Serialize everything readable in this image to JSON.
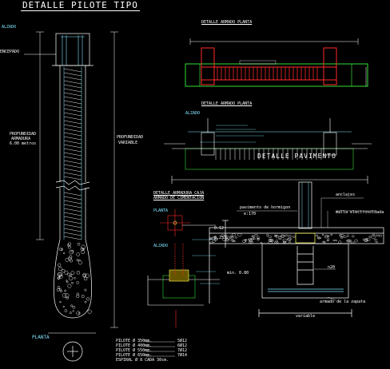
{
  "title": "DETALLE PILOTE TIPO",
  "labels": {
    "alzado": "ALZADO",
    "encepado": "ENCEPADO",
    "profundidad_armadura_1": "PROFUNDIDAD",
    "profundidad_armadura_2": "ARMADURA",
    "profundidad_armadura_3": "6.00 metros",
    "profundidad_variable_1": "PROFUNDIDAD",
    "profundidad_variable_2": "VARIABLE",
    "planta": "PLANTA",
    "detalle_arm_planta_top": "DETALLE ARMADO PLANTA",
    "detalle_arm_planta_mid": "DETALLE ARMADO PLANTA",
    "alzado_mid": "ALZADO",
    "detalle_pavimento": "DETALLE PAVIMENTO",
    "detalle_arm_cajas_1": "DETALLE ARMADURA CAJA",
    "detalle_arm_cajas_2": "ARMADO DE CIMENTACION",
    "planta_small": "PLANTA",
    "alzado_small": "ALZADO",
    "pavimento_hormigon": "pavimento de hormigon",
    "e170": "e:170",
    "anclajes": "anclajes",
    "malla": "malla electrosoldada",
    "dim_012": "0.12",
    "dim_023": "0.23",
    "min_080": "min. 0.80",
    "n20": "n20",
    "armado_zapata": "armado de la zapata",
    "variable": "variable"
  },
  "schedule": [
    {
      "pilote": "PILOTE Ø 350mm.",
      "bars": "5Ø12"
    },
    {
      "pilote": "PILOTE Ø 400mm.",
      "bars": "6Ø12"
    },
    {
      "pilote": "PILOTE Ø 550mm.",
      "bars": "7Ø12"
    },
    {
      "pilote": "PILOTE Ø 650mm.",
      "bars": "7Ø14"
    },
    {
      "pilote": "ESPIRAL Ø 8 CADA 30cm.",
      "bars": ""
    }
  ],
  "colors": {
    "background": "#000000",
    "line": "#ffffff",
    "cyan": "#7fe6ff",
    "red": "#ff2a2a",
    "green": "#33dd33",
    "yellow": "#ffff55"
  }
}
